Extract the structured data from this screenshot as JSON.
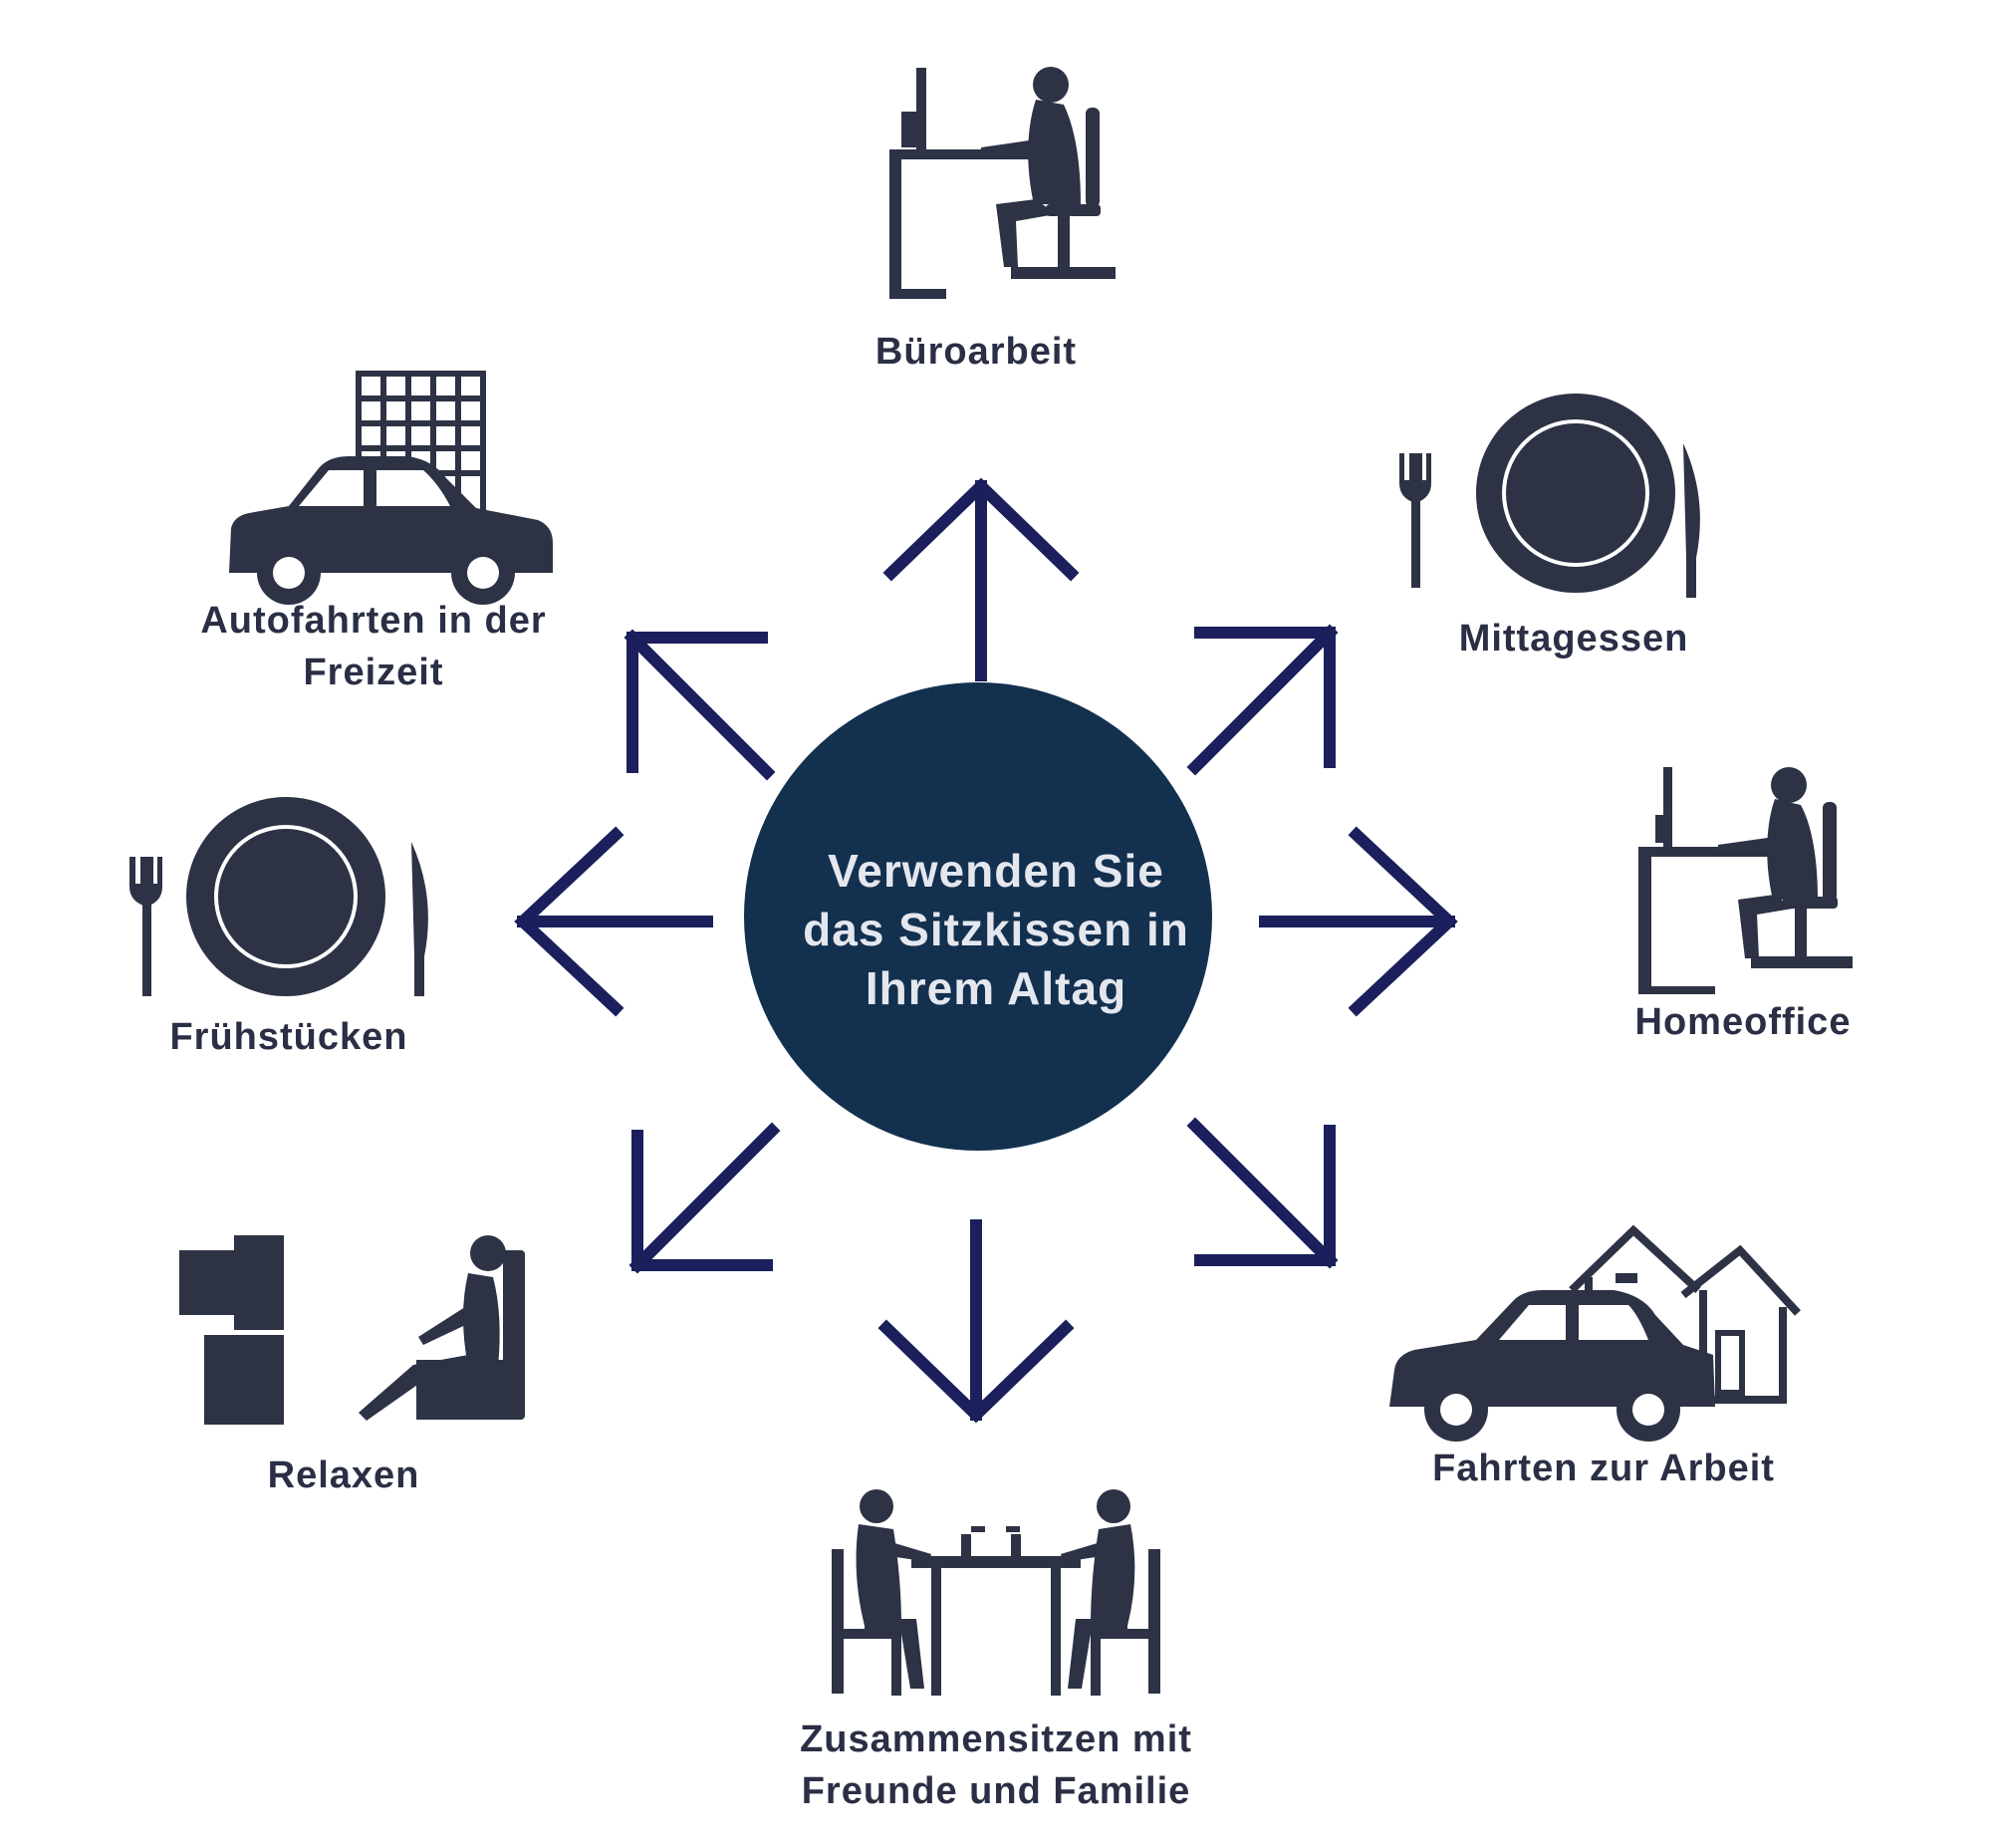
{
  "colors": {
    "icon": "#2d3245",
    "arrow": "#1b1f5c",
    "hub": "#13304f",
    "hub_text": "#e4e7ee",
    "label_text": "#2b2f45",
    "background": "#ffffff"
  },
  "hub": {
    "text": "Verwenden Sie\ndas Sitzkissen in\nIhrem Altag"
  },
  "nodes": [
    {
      "id": "bueroarbeit",
      "label": "Büroarbeit",
      "icon": "office-desk-icon"
    },
    {
      "id": "mittagessen",
      "label": "Mittagessen",
      "icon": "plate-cutlery-icon"
    },
    {
      "id": "homeoffice",
      "label": "Homeoffice",
      "icon": "home-desk-icon"
    },
    {
      "id": "fahrten-zur-arbeit",
      "label": "Fahrten zur Arbeit",
      "icon": "car-house-icon"
    },
    {
      "id": "zusammensitzen",
      "label": "Zusammensitzen mit\nFreunde und Familie",
      "icon": "people-at-table-icon"
    },
    {
      "id": "relaxen",
      "label": "Relaxen",
      "icon": "relax-tv-icon"
    },
    {
      "id": "fruehstuecken",
      "label": "Frühstücken",
      "icon": "plate-cutlery-icon"
    },
    {
      "id": "autofahrten",
      "label": "Autofahrten in der\nFreizeit",
      "icon": "car-building-icon"
    }
  ]
}
